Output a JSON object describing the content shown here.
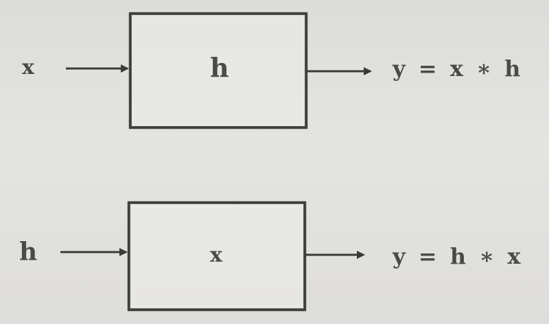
{
  "system_1": {
    "input": "x",
    "system": "h",
    "output": "y = x ∗ h"
  },
  "system_2": {
    "input": "h",
    "system": "x",
    "output": "y = h ∗ x"
  }
}
